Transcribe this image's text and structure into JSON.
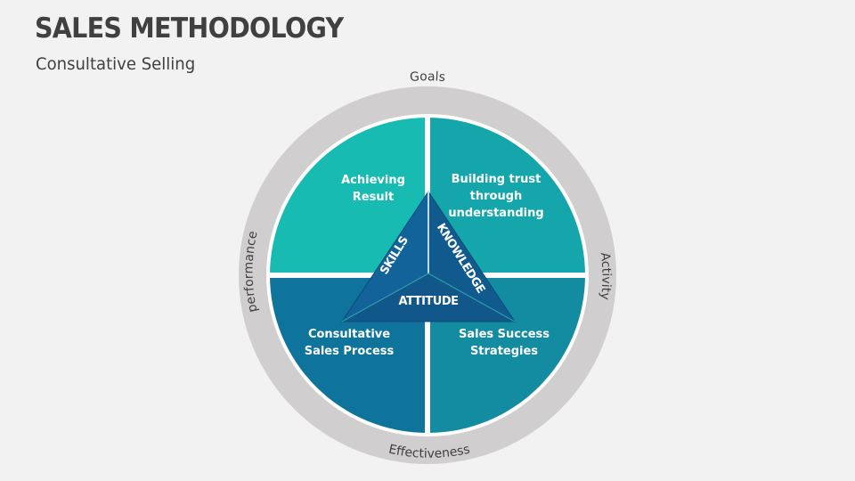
{
  "header": {
    "title": "SALES METHODOLOGY",
    "subtitle": "Consultative Selling"
  },
  "ring": {
    "top": "Goals",
    "right": "Activity",
    "bottom": "Effectiveness",
    "left": "performance"
  },
  "quadrants": {
    "top_left": {
      "line1": "Achieving",
      "line2": "Result",
      "color": "#17bbb1"
    },
    "top_right": {
      "line1": "Building trust",
      "line2": "through",
      "line3": "understanding",
      "color": "#15a6ac"
    },
    "bottom_left": {
      "line1": "Consultative",
      "line2": "Sales Process",
      "color": "#0f749b"
    },
    "bottom_right": {
      "line1": "Sales Success",
      "line2": "Strategies",
      "color": "#138ca1"
    }
  },
  "triangle": {
    "left": "SKILLS",
    "right": "KNOWLEDGE",
    "bottom": "ATTITUDE",
    "color": "#115b8d"
  },
  "colors": {
    "ring": "#d0cecf",
    "background": "#f2f2f2",
    "text": "#404040"
  }
}
